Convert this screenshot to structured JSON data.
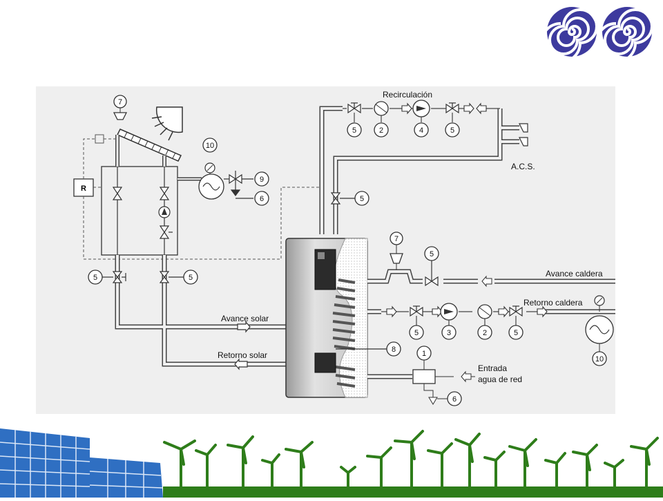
{
  "labels": {
    "recirculacion": "Recirculación",
    "acs": "A.C.S.",
    "avance_caldera": "Avance caldera",
    "retorno_caldera": "Retorno caldera",
    "avance_solar": "Avance solar",
    "retorno_solar": "Retorno solar",
    "entrada_line1": "Entrada",
    "entrada_line2": "agua de red",
    "controller": "R"
  },
  "callouts": {
    "expansion_vessel": "7",
    "solar_pressure_gauge": "10",
    "solar_safety_valve": "9",
    "solar_drain": "6",
    "solar_left_valve": "5",
    "solar_right_valve": "5",
    "recirc_valve_left": "5",
    "recirc_check_valve": "2",
    "recirc_pump": "4",
    "recirc_valve_right": "5",
    "acs_valve": "5",
    "boiler_expansion": "7",
    "boiler_valve": "5",
    "tank_sensor": "8",
    "ret_valve": "5",
    "ret_pump": "3",
    "ret_check": "2",
    "ret_valve2": "5",
    "boiler_gauge": "10",
    "mains_unit": "1",
    "mains_drain": "6"
  },
  "colors": {
    "logo": "#3d3a9e",
    "panel": "#efefef",
    "solar_panel": "#2f6fc2",
    "turbines": "#2e7d1a",
    "tank": "#cfcfcf",
    "line": "#555555"
  },
  "icons": [
    "spiral-logo-icon",
    "solar-panel-icon",
    "wind-turbine-icon",
    "sun-icon",
    "pump-icon",
    "valve-icon"
  ]
}
